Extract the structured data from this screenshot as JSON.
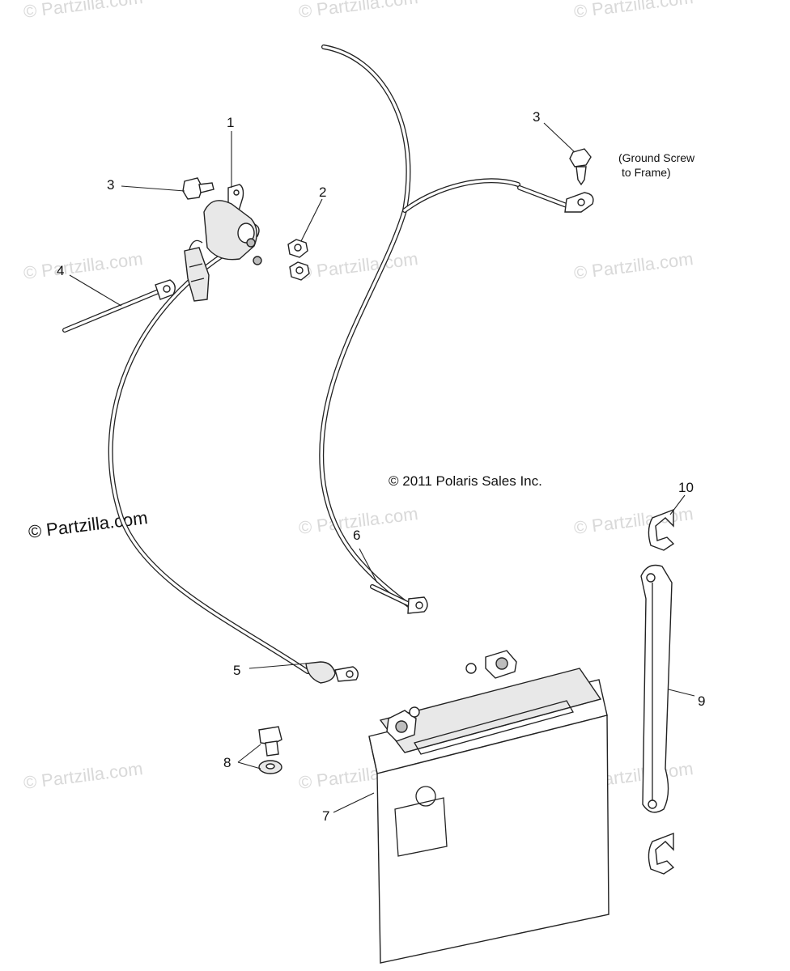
{
  "watermark_text": "© Partzilla.com",
  "main_watermark_text": "© Partzilla.com",
  "copyright": "© 2011 Polaris Sales Inc.",
  "ground_note": {
    "line1": "(Ground Screw",
    "line2": "to Frame)"
  },
  "callouts": {
    "c1": "1",
    "c2": "2",
    "c3a": "3",
    "c3b": "3",
    "c4": "4",
    "c5": "5",
    "c6": "6",
    "c7": "7",
    "c8": "8",
    "c9": "9",
    "c10": "10"
  }
}
